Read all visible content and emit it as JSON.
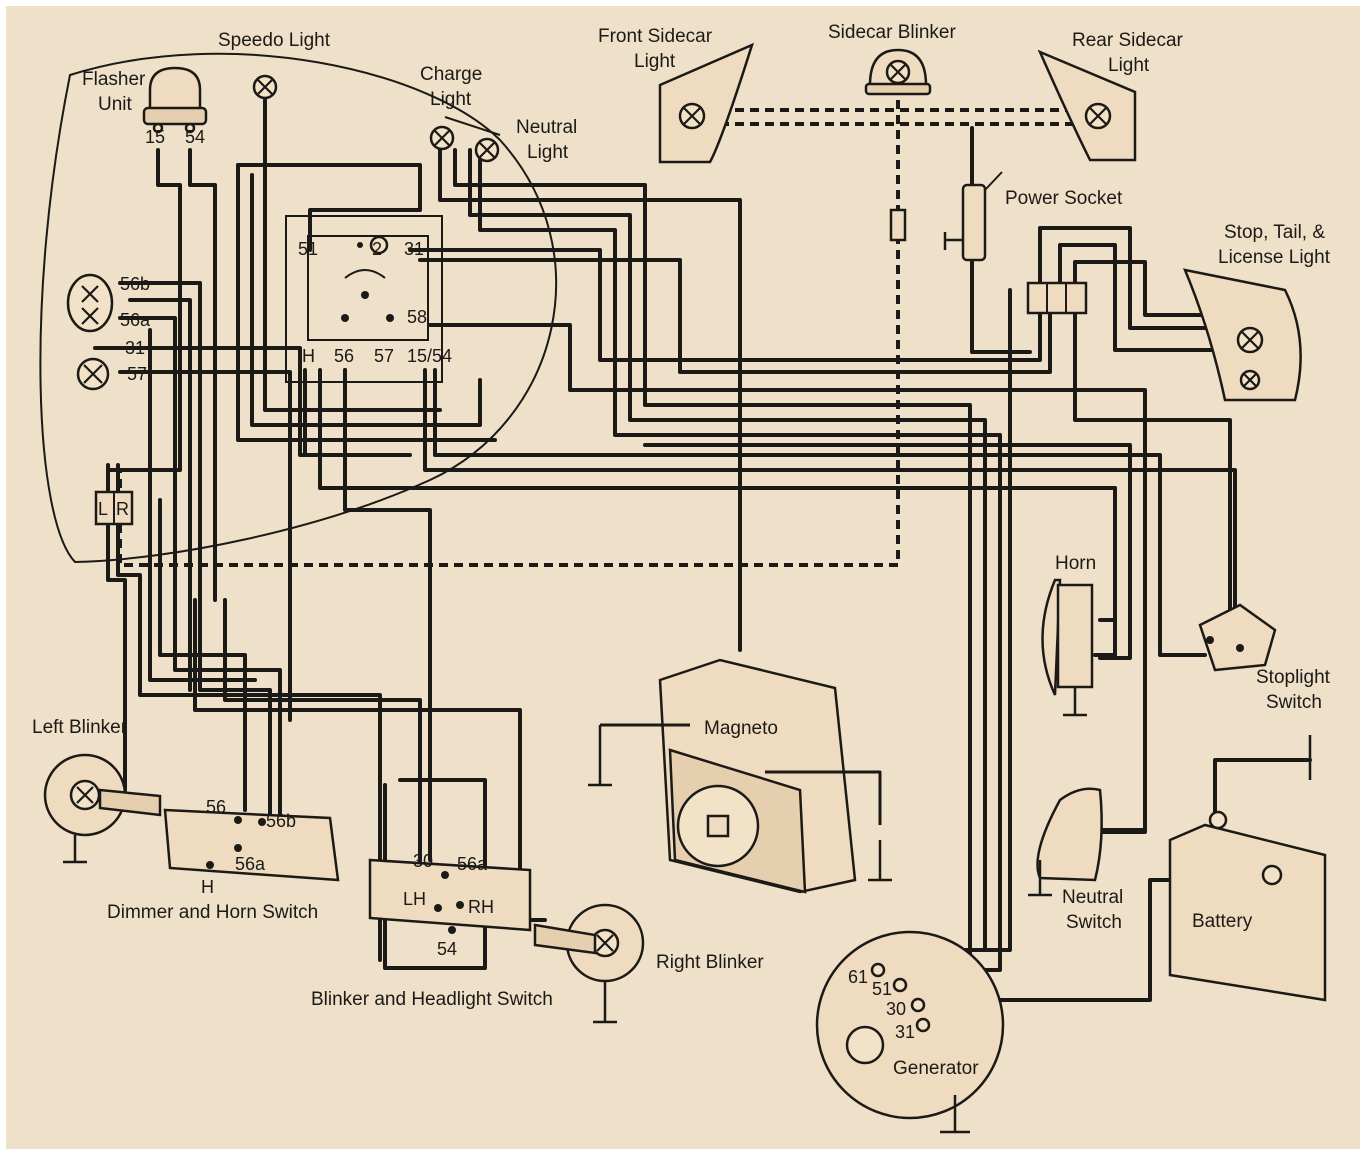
{
  "components": {
    "speedo_light": "Speedo Light",
    "flasher_unit": [
      "Flasher",
      "Unit"
    ],
    "charge_light": [
      "Charge",
      "Light"
    ],
    "neutral_light": [
      "Neutral",
      "Light"
    ],
    "front_sidecar_light": [
      "Front Sidecar",
      "Light"
    ],
    "sidecar_blinker": "Sidecar Blinker",
    "rear_sidecar_light": [
      "Rear Sidecar",
      "Light"
    ],
    "power_socket": "Power Socket",
    "stop_tail_license_light": [
      "Stop, Tail, &",
      "License Light"
    ],
    "horn": "Horn",
    "stoplight_switch": [
      "Stoplight",
      "Switch"
    ],
    "magneto": "Magneto",
    "left_blinker": "Left Blinker",
    "dimmer_horn_switch": "Dimmer and Horn Switch",
    "blinker_headlight_switch": "Blinker and Headlight Switch",
    "right_blinker": "Right Blinker",
    "neutral_switch": [
      "Neutral",
      "Switch"
    ],
    "battery": "Battery",
    "generator": "Generator"
  },
  "terminals": {
    "flasher": [
      "15",
      "54"
    ],
    "headlamp": [
      "56b",
      "56a",
      "31",
      "57"
    ],
    "regulator": [
      "51",
      "2",
      "31",
      "58",
      "H",
      "56",
      "57",
      "15/54"
    ],
    "dimmer_switch": [
      "56",
      "56b",
      "56a",
      "H"
    ],
    "blinker_switch": [
      "30",
      "56a",
      "LH",
      "RH",
      "54"
    ],
    "generator": [
      "61",
      "51",
      "30",
      "31"
    ],
    "lr_block": [
      "L",
      "R"
    ]
  },
  "colors": {
    "paper": "#eee0c9",
    "ink": "#1c1a17"
  }
}
